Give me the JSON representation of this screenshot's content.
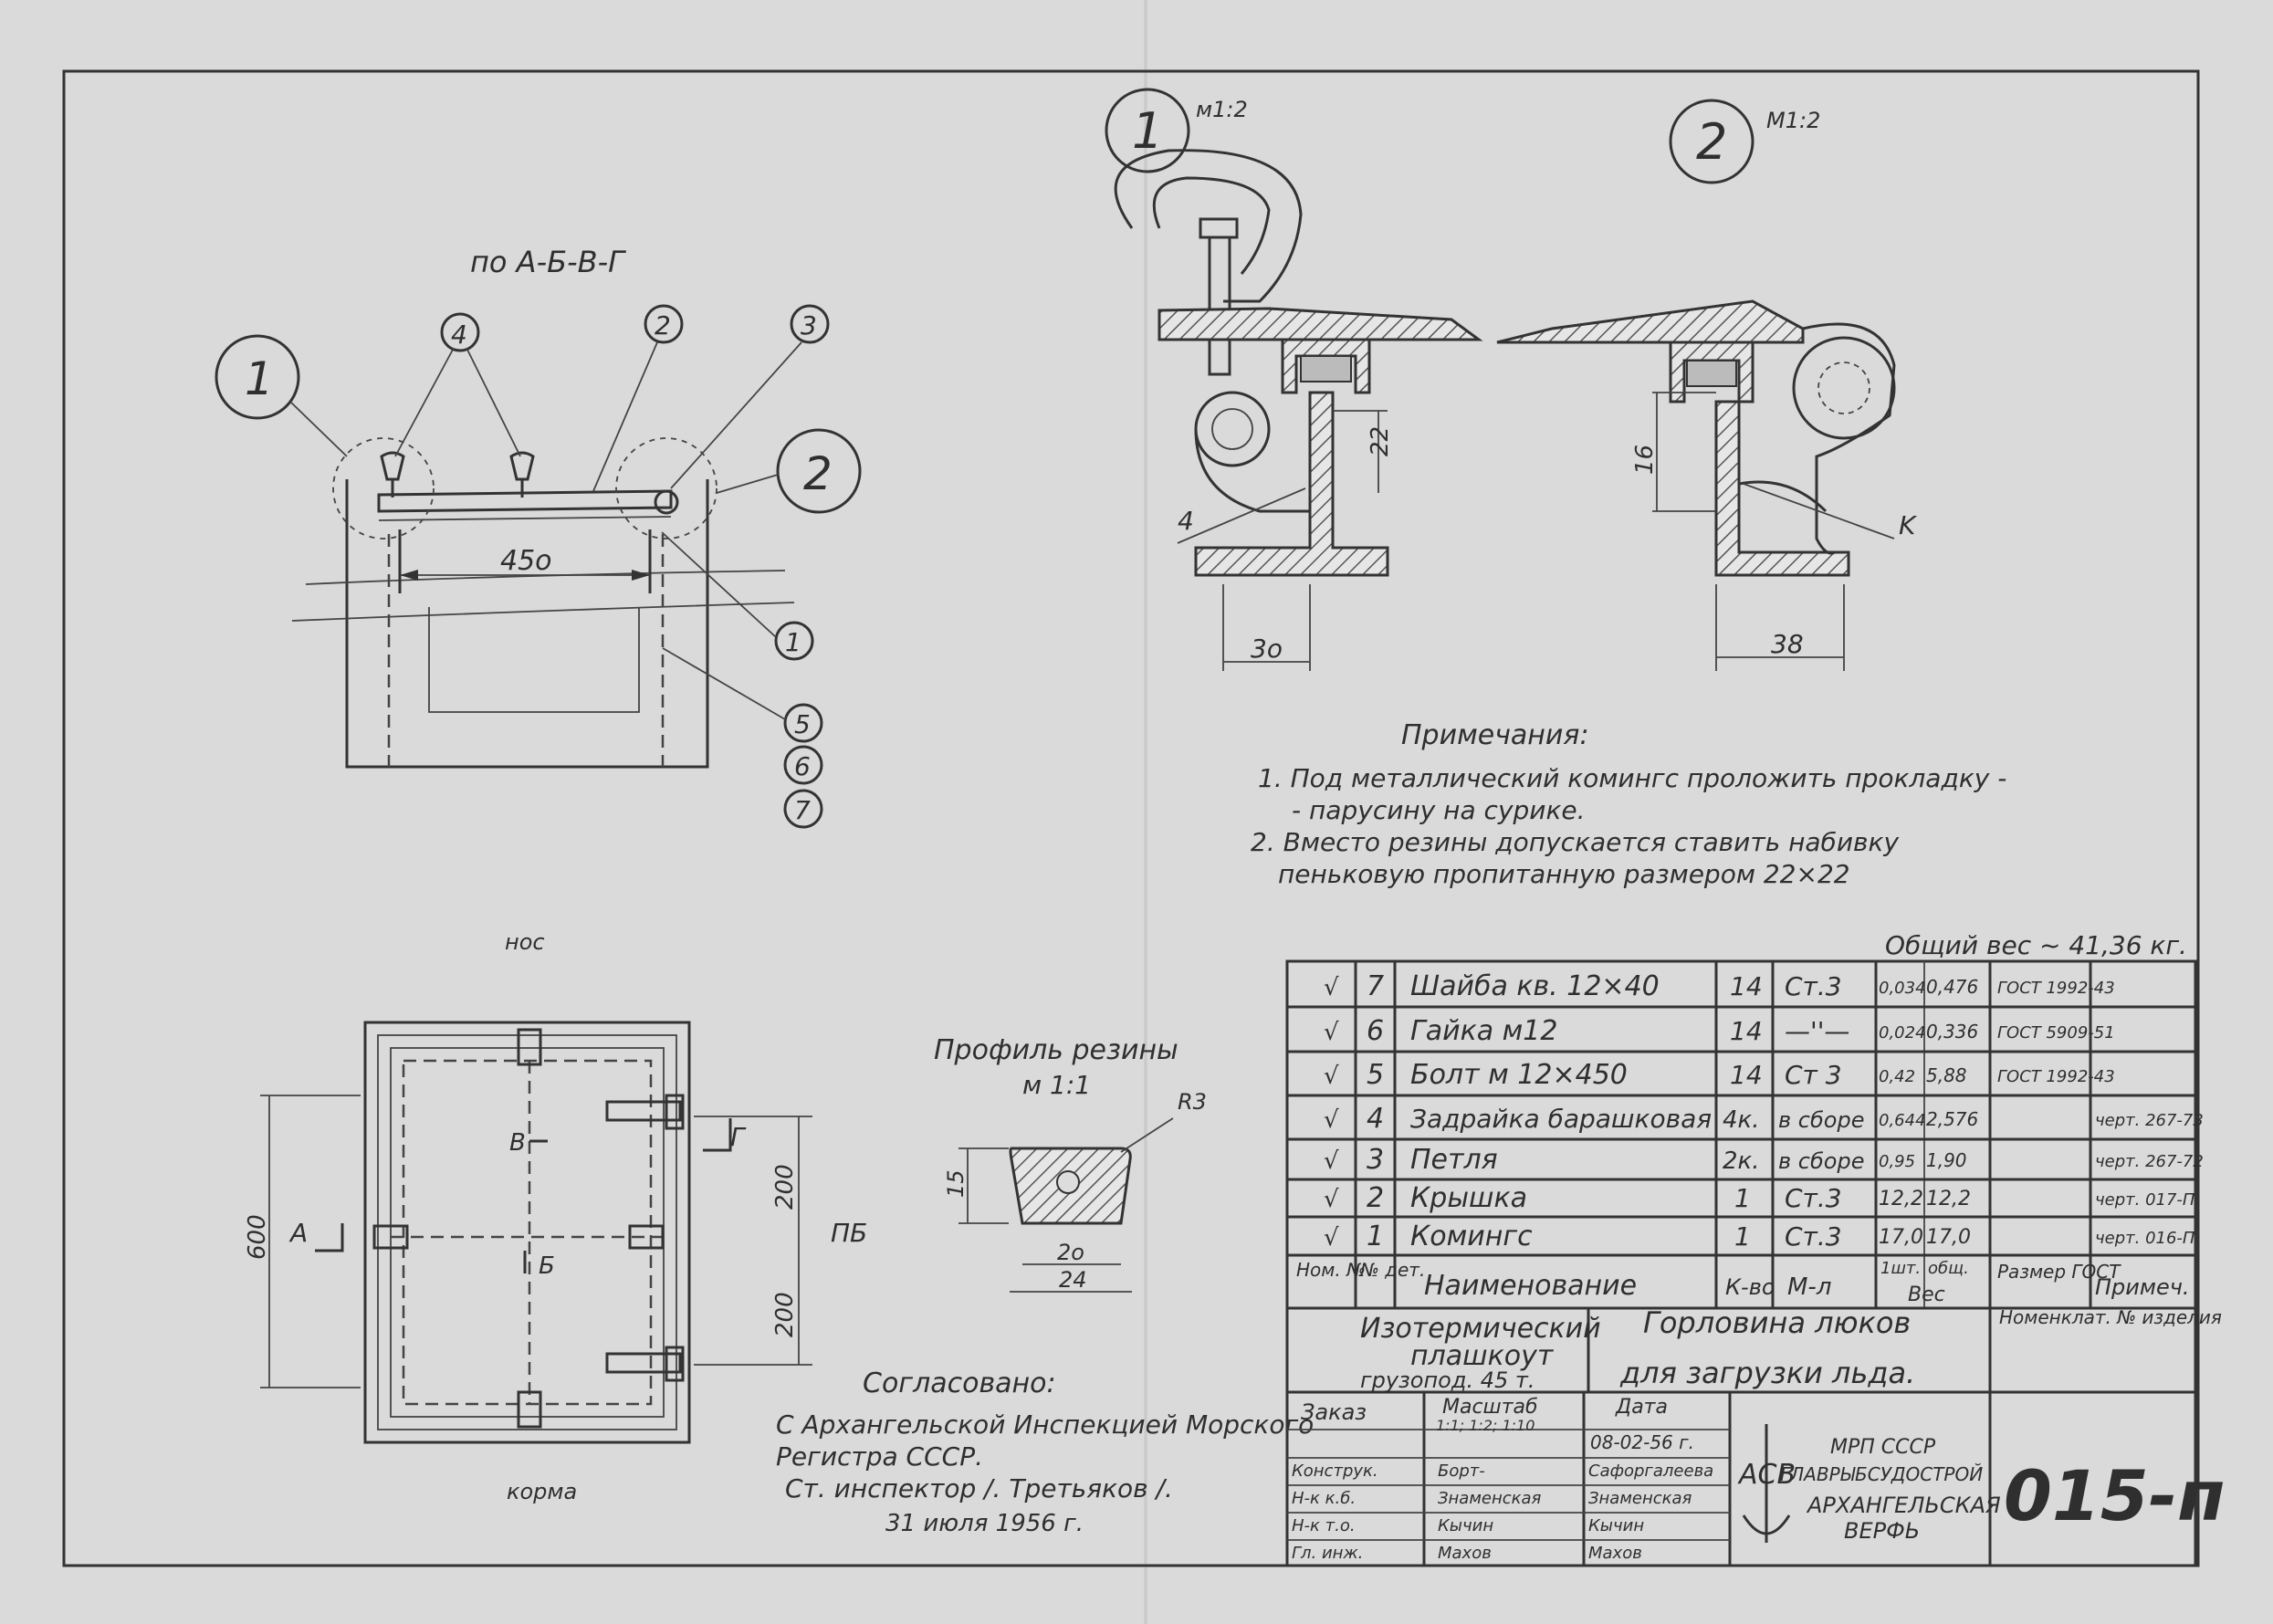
{
  "view_label": "по А-Б-В-Г",
  "callouts": {
    "c1": "1",
    "c2": "2",
    "c3": "3",
    "c4": "4",
    "c1_small": "1",
    "c5": "5",
    "c6": "6",
    "c7": "7",
    "detail1": "1",
    "detail2": "2"
  },
  "dims": {
    "d450": "45o",
    "d22": "22",
    "d4": "4",
    "d30": "3o",
    "d16": "16",
    "dK": "K",
    "d38": "38",
    "d600": "600",
    "d200a": "200",
    "d200b": "200",
    "d15": "15",
    "d20": "2o",
    "d24": "24",
    "dR3": "R3"
  },
  "scales": {
    "detail1": "м1:2",
    "detail2": "М1:2"
  },
  "plan": {
    "nose": "нос",
    "stern": "корма",
    "side": "ПБ",
    "A": "А",
    "B": "Б",
    "V": "В",
    "G": "Г"
  },
  "profile": {
    "title": "Профиль резины",
    "scale": "м 1:1"
  },
  "notes": {
    "heading": "Примечания:",
    "n1a": "1. Под металлический комингс проложить прокладку -",
    "n1b": "- парусину на сурике.",
    "n2a": "2. Вместо резины допускается ставить набивку",
    "n2b": "пеньковую пропитанную размером 22×22"
  },
  "approval": {
    "l1": "Согласовано:",
    "l2": "С Архангельской Инспекцией Морского",
    "l3": "Регистра СССР.",
    "l4": "Ст. инспектор   /. Третьяков /.",
    "l5": "31 июля 1956 г."
  },
  "total_weight": "Общий вес  ~ 41,36 кг.",
  "parts": [
    {
      "mark": "√",
      "num": "7",
      "name": "Шайба кв. 12×40",
      "qty": "14",
      "mat": "Ст.3",
      "w1": "0,034",
      "w2": "0,476",
      "std": "ГОСТ 1992-43",
      "note": ""
    },
    {
      "mark": "√",
      "num": "6",
      "name": "Гайка м12",
      "qty": "14",
      "mat": "—''—",
      "w1": "0,024",
      "w2": "0,336",
      "std": "ГОСТ 5909-51",
      "note": ""
    },
    {
      "mark": "√",
      "num": "5",
      "name": "Болт м 12×450",
      "qty": "14",
      "mat": "Ст 3",
      "w1": "0,42",
      "w2": "5,88",
      "std": "ГОСТ 1992-43",
      "note": ""
    },
    {
      "mark": "√",
      "num": "4",
      "name": "Задрайка барашковая",
      "qty": "4к.",
      "mat": "в сборе",
      "w1": "0,644",
      "w2": "2,576",
      "std": "",
      "note": "черт. 267-73"
    },
    {
      "mark": "√",
      "num": "3",
      "name": "Петля",
      "qty": "2к.",
      "mat": "в сборе",
      "w1": "0,95",
      "w2": "1,90",
      "std": "",
      "note": "черт. 267-72"
    },
    {
      "mark": "√",
      "num": "2",
      "name": "Крышка",
      "qty": "1",
      "mat": "Ст.3",
      "w1": "12,2",
      "w2": "12,2",
      "std": "",
      "note": "черт. 017-П"
    },
    {
      "mark": "√",
      "num": "1",
      "name": "Комингс",
      "qty": "1",
      "mat": "Ст.3",
      "w1": "17,0",
      "w2": "17,0",
      "std": "",
      "note": "черт. 016-П"
    }
  ],
  "header": {
    "nom": "Ном. №",
    "det": "№ дет.",
    "name": "Наименование",
    "qty": "К-во",
    "mat": "М-л",
    "w1": "1шт.",
    "w2": "общ.",
    "weight": "Вес",
    "std": "Размер ГОСТ",
    "note": "Примеч."
  },
  "title_block": {
    "vessel1": "Изотермический",
    "vessel2": "плашкоут",
    "vessel3": "грузопод. 45 т.",
    "product1": "Горловина люков",
    "product2": "для загрузки льда.",
    "nomen": "Номенклат. № изделия",
    "order": "Заказ",
    "scale_label": "Масштаб",
    "scale_value": "1:1; 1:2; 1:10",
    "date_label": "Дата",
    "date_value": "08-02-56 г.",
    "roles": [
      "Конструк.",
      "Н-к к.б.",
      "Н-к т.о.",
      "Гл. инж."
    ],
    "signatures": [
      "Борт-",
      "Знаменская",
      "Кычин",
      "Махов"
    ],
    "names": [
      "Сафоргалеева",
      "Знаменская",
      "Кычин",
      "Махов"
    ],
    "org1": "МРП СССР",
    "org2": "ГЛАВРЫБСУДОСТРОЙ",
    "org3": "АРХАНГЕЛЬСКАЯ",
    "org4": "ВЕРФЬ",
    "logo": "АСВ",
    "drawing_no": "015-п"
  }
}
